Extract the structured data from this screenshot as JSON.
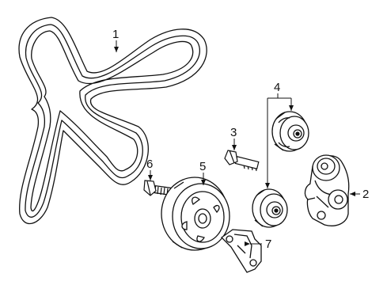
{
  "diagram": {
    "callouts": {
      "c1": "1",
      "c2": "2",
      "c3": "3",
      "c4": "4",
      "c5": "5",
      "c6": "6",
      "c7": "7"
    },
    "parts": [
      {
        "number": "1",
        "icon": "serpentine-belt-icon"
      },
      {
        "number": "2",
        "icon": "belt-tensioner-icon"
      },
      {
        "number": "3",
        "icon": "bolt-icon"
      },
      {
        "number": "4",
        "icon": "idler-pulley-icon"
      },
      {
        "number": "5",
        "icon": "crankshaft-pulley-icon"
      },
      {
        "number": "6",
        "icon": "bolt-icon"
      },
      {
        "number": "7",
        "icon": "bracket-icon"
      }
    ],
    "colors": {
      "line": "#111111",
      "background": "#ffffff"
    }
  }
}
